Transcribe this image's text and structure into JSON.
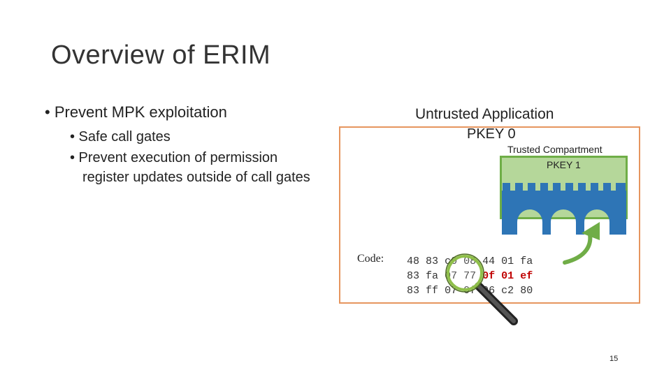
{
  "slide": {
    "title": "Overview of ERIM",
    "bullet1": "• Prevent MPK exploitation",
    "sub_bullets": [
      "• Safe call gates",
      "• Prevent execution of permission",
      "register updates outside of call gates"
    ],
    "page_number": "15"
  },
  "diagram": {
    "app_label": "Untrusted Application",
    "app_pkey": "PKEY 0",
    "compartment_label": "Trusted Compartment",
    "compartment_pkey": "PKEY 1",
    "code_label": "Code:",
    "code_lines": [
      [
        "48",
        "83",
        "c0",
        "08",
        "44",
        "01",
        "fa"
      ],
      [
        "83",
        "fa",
        "07",
        "77",
        "0f",
        "01",
        "ef"
      ],
      [
        "83",
        "ff",
        "07",
        "0f",
        "96",
        "c2",
        "80"
      ]
    ],
    "highlighted_bytes": [
      "0f",
      "01",
      "ef"
    ],
    "colors": {
      "box_border": "#e6955e",
      "compartment_fill": "#b5d79a",
      "compartment_border": "#6fae47",
      "castle": "#2e75b6",
      "arrow": "#70ad47",
      "highlight": "#c00000"
    },
    "icons": [
      "castle-icon",
      "magnifier-icon",
      "curved-arrow-icon"
    ]
  }
}
